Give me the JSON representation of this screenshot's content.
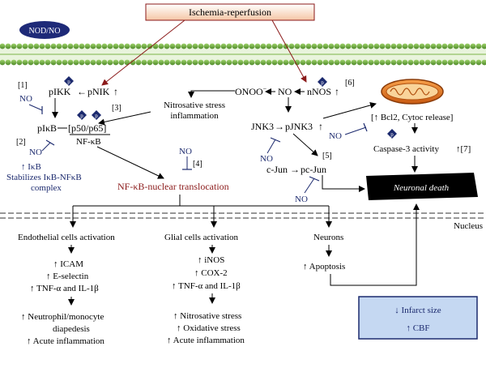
{
  "badges": {
    "nod_no": "NOD/NO"
  },
  "header": {
    "ischemia": "Ischemia-reperfusion"
  },
  "nodes": {
    "pIKK": "pIKK",
    "arrow_left": "←",
    "pNIK": "pNIK",
    "up": "↑",
    "onoo": "ONOO",
    "onoo_sup": "−",
    "no_main": "NO",
    "nnos": "nNOS",
    "nitrosative_1": "Nitrosative stress",
    "nitrosative_2": "inflammation",
    "pIkB": "pIκB",
    "p50p65": "[p50/p65]",
    "nfkb": "NF-κB",
    "ikb_up": "↑ IκB",
    "stab_1": "Stabilizes IκB-NFκB",
    "stab_2": "complex",
    "translocation": "NF-κB-nuclear translocation",
    "jnk3": "JNK3",
    "pjnk3": "pJNK3",
    "cjun": "c-Jun",
    "pcjun": "pc-Jun",
    "bcl2": "[↑ Bcl2, Cytoc release]",
    "caspase": "Caspase-3 activity",
    "neuronal_death": "Neuronal death",
    "nucleus": "Nucleus"
  },
  "refs": {
    "r1": "[1]",
    "r2": "[2]",
    "r3": "[3]",
    "r4": "[4]",
    "r5": "[5]",
    "r6": "[6]",
    "r7": "[7]"
  },
  "no_labels": {
    "no1": "NO",
    "no2": "NO",
    "no4": "NO",
    "no_jnk": "NO",
    "no_bcl": "NO",
    "no_cjun": "NO"
  },
  "columns": {
    "endothelial": {
      "title": "Endothelial cells activation",
      "items": [
        "↑ ICAM",
        "↑ E-selectin",
        "↑ TNF-α and IL-1β"
      ],
      "result": [
        "↑ Neutrophil/monocyte",
        "diapedesis",
        "↑ Acute inflammation"
      ]
    },
    "glial": {
      "title": "Glial cells activation",
      "items": [
        "↑ iNOS",
        "↑ COX-2",
        "↑ TNF-α and IL-1β"
      ],
      "result": [
        "↑ Nitrosative stress",
        "↑ Oxidative stress",
        "↑ Acute inflammation"
      ]
    },
    "neurons": {
      "title": "Neurons",
      "items": [
        "↑ Apoptosis"
      ]
    }
  },
  "outcome": {
    "line1": "↓ Infarct size",
    "line2": "↑ CBF"
  },
  "p_marker": "p",
  "colors": {
    "navy": "#1c2a6e",
    "dark_red": "#8b1a1a",
    "membrane_green": "#6fa83a",
    "box_blue": "#c5d8f2"
  }
}
